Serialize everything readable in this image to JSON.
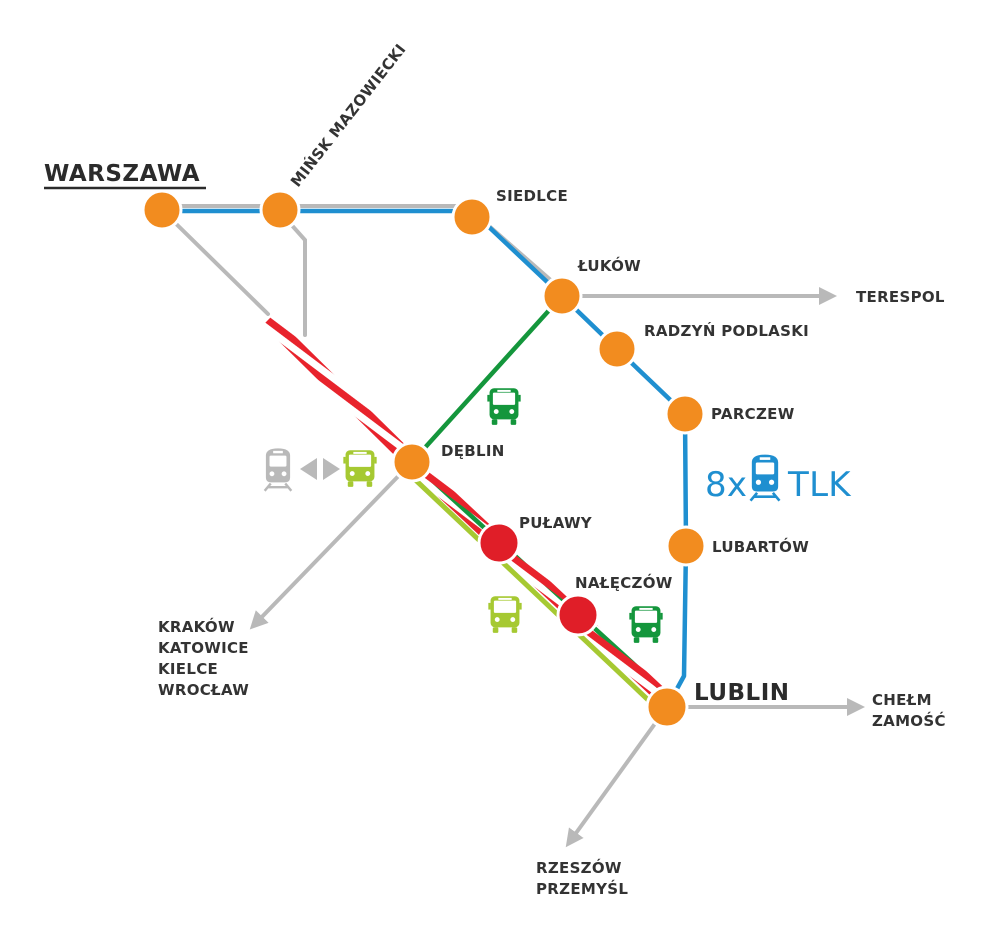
{
  "colors": {
    "grey_line": "#b9b9b9",
    "blue_line": "#1f8fd0",
    "green_line": "#14963c",
    "lime_line": "#a6c932",
    "red_hatch": "#e8232c",
    "orange_station": "#f28c1f",
    "red_station": "#e01e28",
    "label": "#333333"
  },
  "stations": {
    "warszawa": "WARSZAWA",
    "minsk": "MIŃSK MAZOWIECKI",
    "siedlce": "SIEDLCE",
    "lukow": "ŁUKÓW",
    "radzyn": "RADZYŃ PODLASKI",
    "parczew": "PARCZEW",
    "lubartow": "LUBARTÓW",
    "deblin": "DĘBLIN",
    "pulawy": "PUŁAWY",
    "naleczow": "NAŁĘCZÓW",
    "lublin": "LUBLIN"
  },
  "destinations": {
    "terespol": "TERESPOL",
    "southwest": [
      "KRAKÓW",
      "KATOWICE",
      "KIELCE",
      "WROCŁAW"
    ],
    "east": [
      "CHEŁM",
      "ZAMOŚĆ"
    ],
    "south": [
      "RZESZÓW",
      "PRZEMYŚL"
    ]
  },
  "tlk": {
    "count": "8x",
    "label": "TLK"
  },
  "icons": [
    "bus-icon",
    "train-icon",
    "double-arrow-icon"
  ]
}
